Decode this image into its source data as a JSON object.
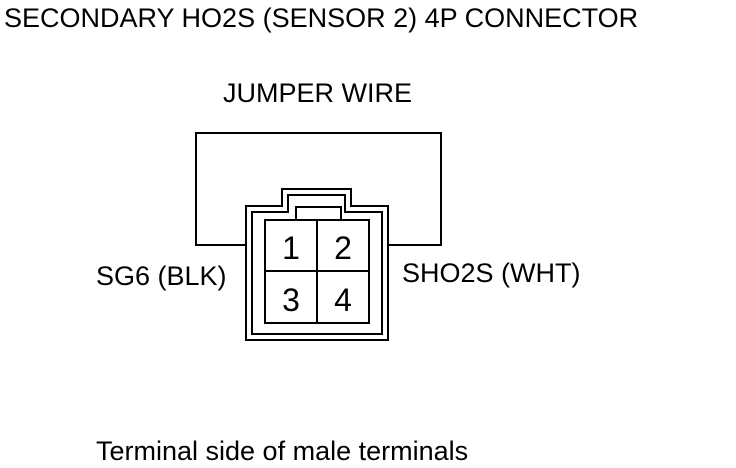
{
  "title": "SECONDARY HO2S (SENSOR 2) 4P CONNECTOR",
  "jumper_label": "JUMPER WIRE",
  "left_wire_label": "SG6 (BLK)",
  "right_wire_label": "SHO2S (WHT)",
  "caption": "Terminal side of male terminals",
  "connector": {
    "pins": [
      "1",
      "2",
      "3",
      "4"
    ]
  },
  "colors": {
    "line": "#000000",
    "background": "#ffffff"
  }
}
